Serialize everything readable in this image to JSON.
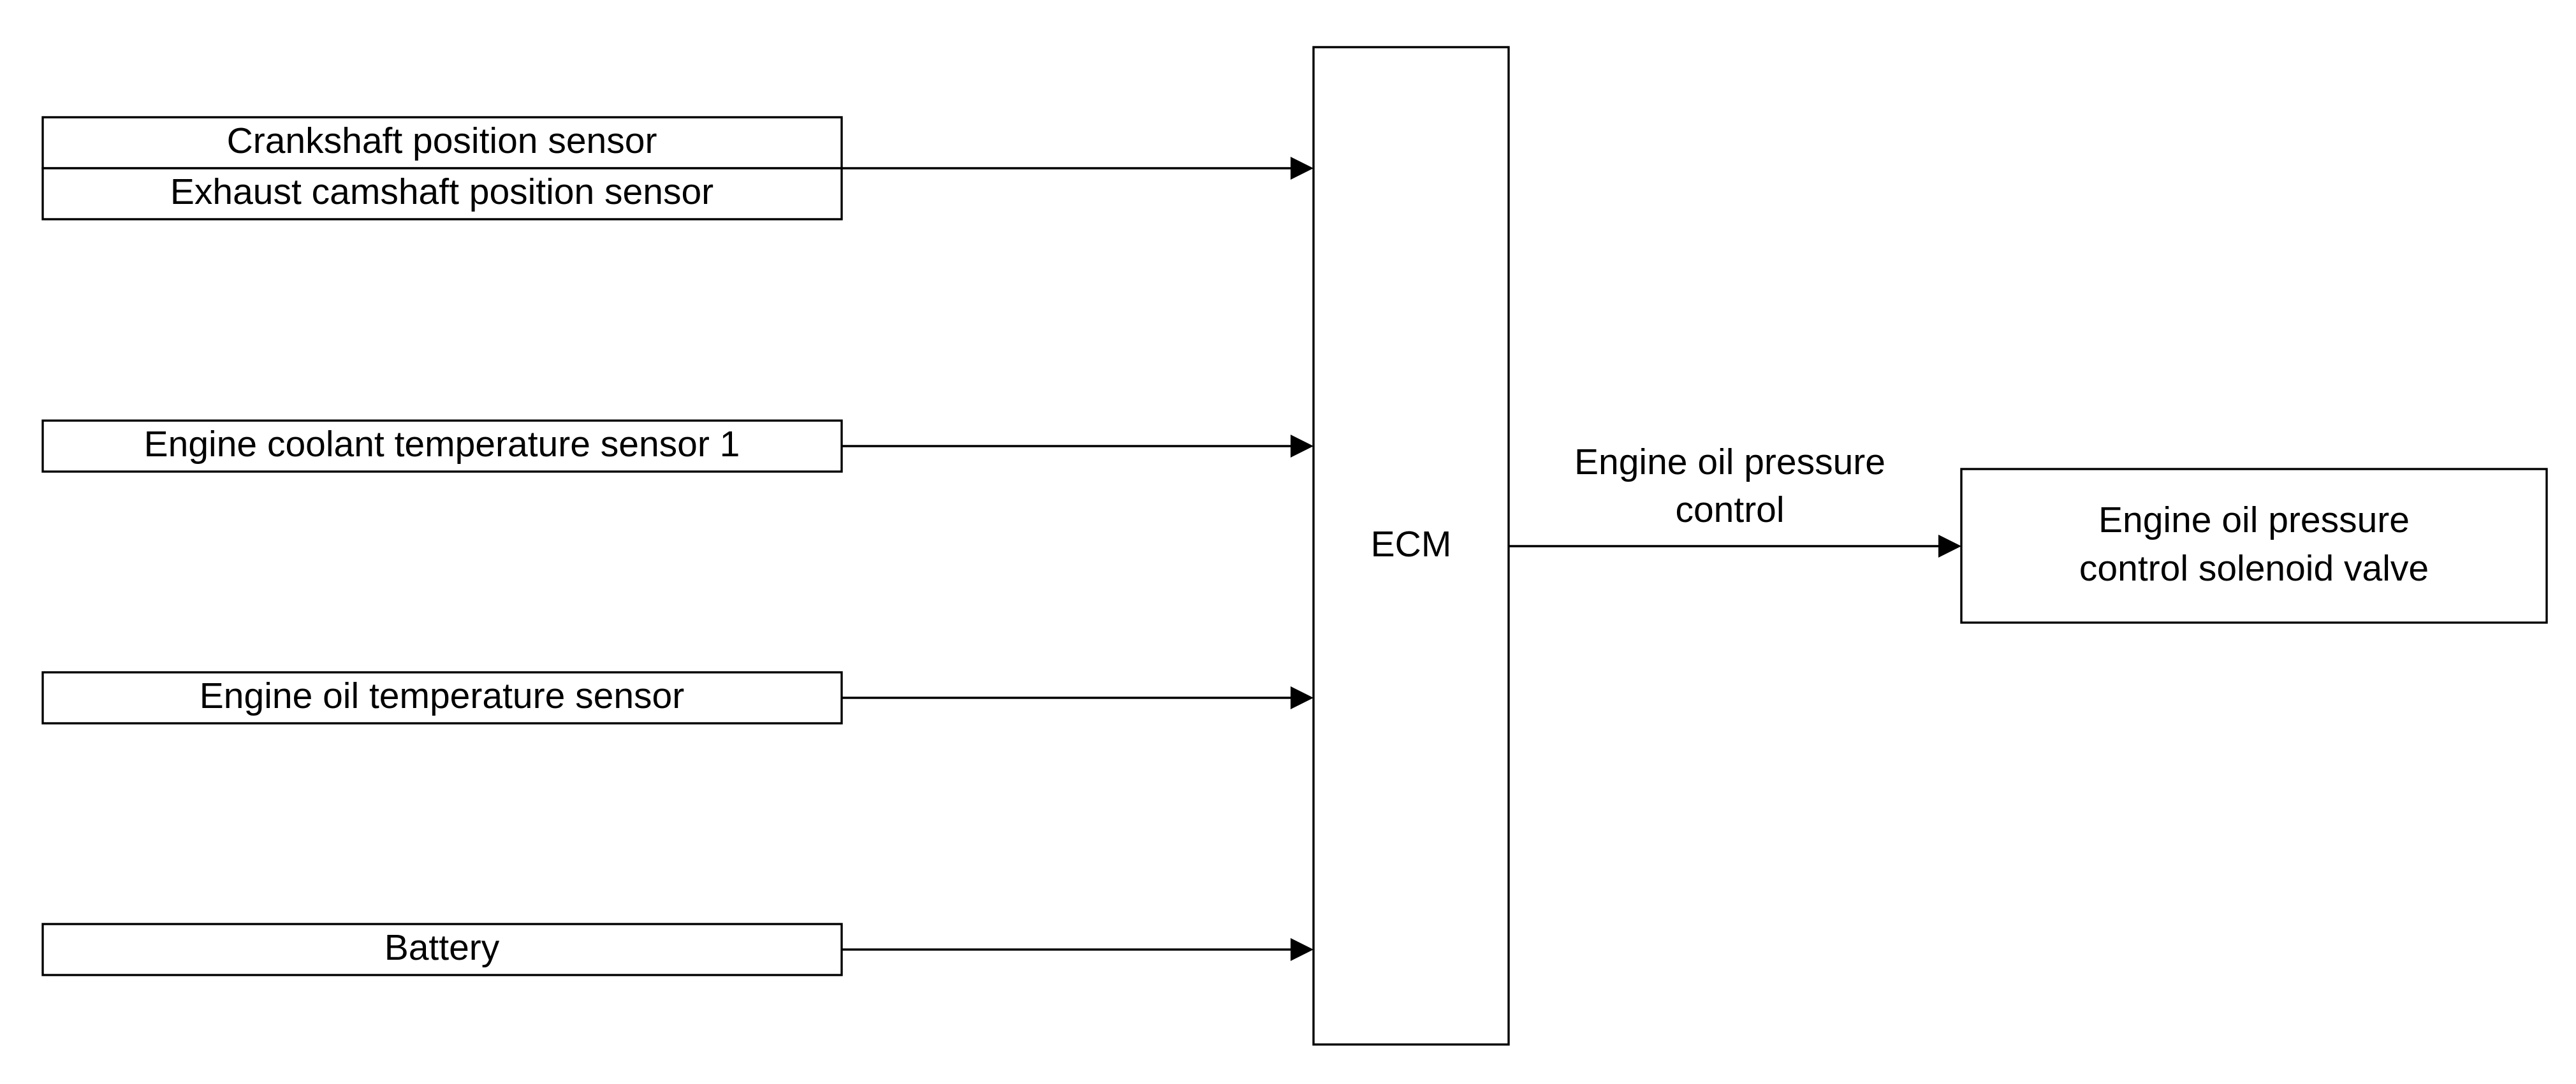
{
  "inputs": {
    "crankshaft_sensor": "Crankshaft position sensor",
    "exhaust_camshaft_sensor": "Exhaust camshaft position sensor",
    "coolant_temp_sensor": "Engine coolant temperature sensor 1",
    "oil_temp_sensor": "Engine oil temperature sensor",
    "battery": "Battery"
  },
  "controller": {
    "label": "ECM"
  },
  "output_signal": {
    "line1": "Engine oil pressure",
    "line2": "control"
  },
  "output_device": {
    "line1": "Engine oil pressure",
    "line2": "control solenoid valve"
  }
}
